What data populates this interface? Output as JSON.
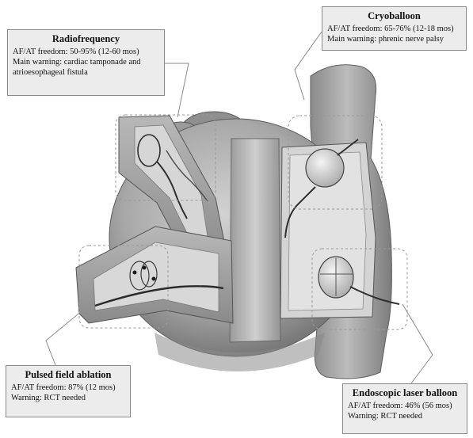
{
  "colors": {
    "background": "#ffffff",
    "box_fill": "#ececec",
    "box_border": "#8a8a8a",
    "heart_light": "#bdbdbd",
    "heart_dark": "#6f6f6f"
  },
  "callouts": {
    "radiofrequency": {
      "title": "Radiofrequency",
      "line1": "AF/AT freedom: 50-95% (12-60 mos)",
      "line2": "Main warning: cardiac tamponade and",
      "line3": "atrioesophageal fistula"
    },
    "cryoballoon": {
      "title": "Cryoballoon",
      "line1": "AF/AT freedom: 65-76% (12-18 mos)",
      "line2": "Main warning: phrenic nerve palsy"
    },
    "pulsed_field": {
      "title": "Pulsed field ablation",
      "line1": "AF/AT freedom: 87% (12 mos)",
      "line2": "Warning: RCT needed"
    },
    "laser_balloon": {
      "title": "Endoscopic laser balloon",
      "line1": "AF/AT freedom: 46% (56 mos)",
      "line2": "Warning: RCT needed"
    }
  },
  "illustration": {
    "subject": "left-atrium-with-pulmonary-veins",
    "icons": [
      "rf-catheter-icon",
      "cryoballoon-icon",
      "pfa-catheter-icon",
      "laser-balloon-icon"
    ]
  }
}
